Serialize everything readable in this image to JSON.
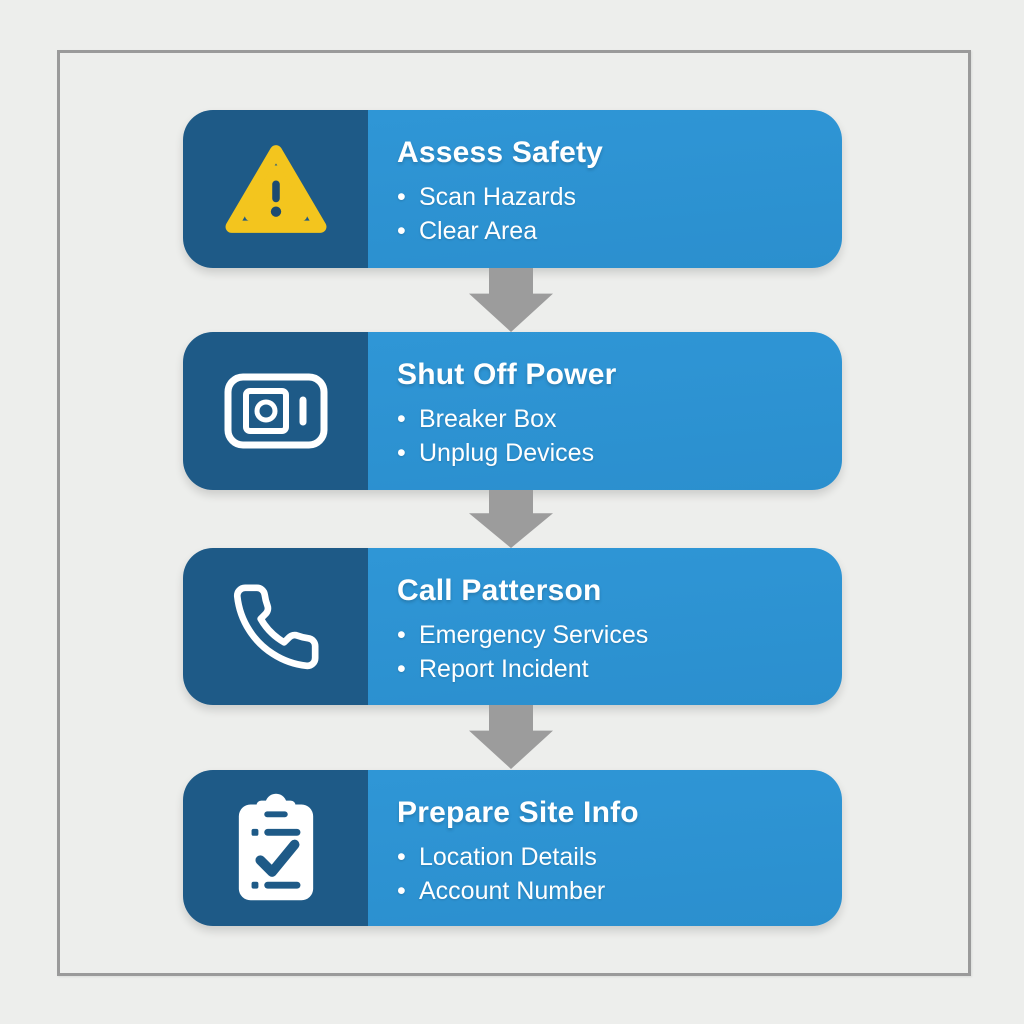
{
  "page": {
    "background_color": "#EDEEEC",
    "frame_border_color": "#9A9A9A"
  },
  "colors": {
    "dark_blue": "#1E5A87",
    "light_blue": "#2E93D3",
    "arrow_gray": "#9C9C9C",
    "warning_yellow": "#F3C51E",
    "icon_detail_navy": "#1C4A70",
    "text_white": "#FFFFFF"
  },
  "flow": {
    "bullet_char": "•",
    "steps": [
      {
        "title": "Assess Safety",
        "icon": "warning-triangle-icon",
        "bullets": [
          "Scan Hazards",
          "Clear Area"
        ]
      },
      {
        "title": "Shut Off Power",
        "icon": "power-switch-icon",
        "bullets": [
          "Breaker Box",
          "Unplug Devices"
        ]
      },
      {
        "title": "Call Patterson",
        "icon": "phone-icon",
        "bullets": [
          "Emergency Services",
          "Report Incident"
        ]
      },
      {
        "title": "Prepare Site Info",
        "icon": "clipboard-check-icon",
        "bullets": [
          "Location Details",
          "Account Number"
        ]
      }
    ]
  }
}
